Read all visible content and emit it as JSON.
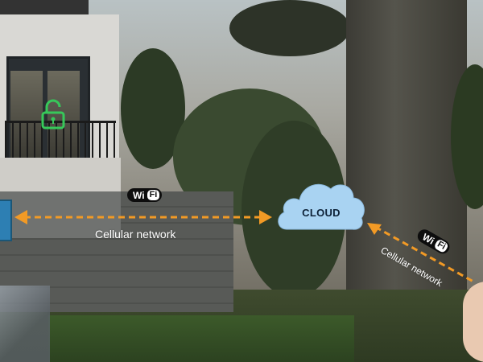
{
  "cloud": {
    "label": "CLOUD"
  },
  "wifi_badges": [
    {
      "prefix": "Wi",
      "box": "Fi"
    },
    {
      "prefix": "Wi",
      "box": "Fi"
    }
  ],
  "network_labels": [
    {
      "text": "Cellular network"
    },
    {
      "text": "Cellular network"
    }
  ],
  "icons": {
    "lock": "lock-open-icon",
    "cloud": "cloud-icon",
    "wifi": "wifi-icon",
    "arrow": "dashed-arrow-icon"
  },
  "colors": {
    "arrow": "#f29a25",
    "cloud_fill": "#a9d3f2",
    "lock": "#37c85a",
    "wifi_badge": "#0d0d0d"
  }
}
